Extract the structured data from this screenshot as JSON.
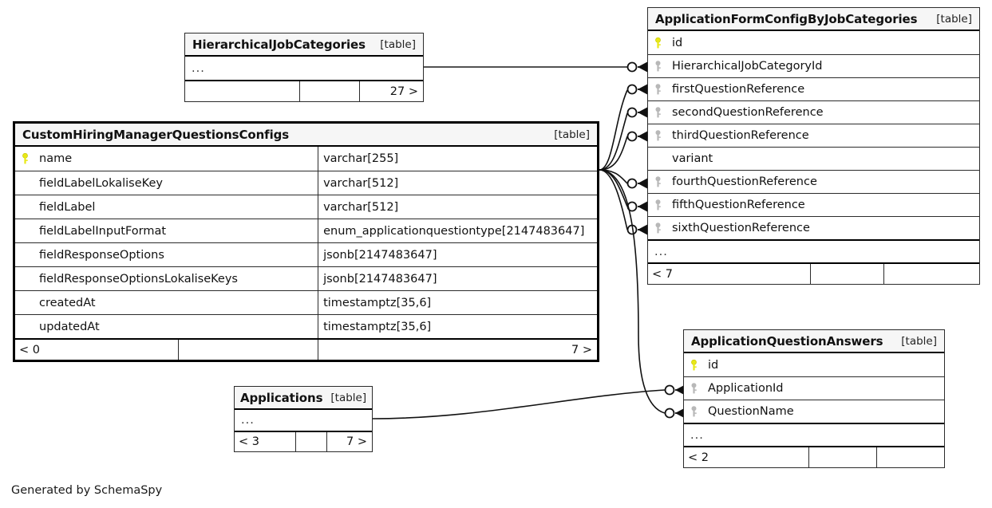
{
  "diagram": {
    "credit": "Generated by SchemaSpy",
    "table_tag": "[table]",
    "ellipsis": "...",
    "pk_icon": "yellow-key-icon",
    "fk_icon": "grey-key-icon"
  },
  "tables": {
    "hierarchical_job_categories": {
      "title": "HierarchicalJobCategories",
      "tag": "[table]",
      "rows": [
        {
          "key": "none",
          "name": "...",
          "type": ""
        }
      ],
      "footer": {
        "left": "",
        "middle": "",
        "right": "27 >"
      }
    },
    "custom_hiring_manager_questions_configs": {
      "title": "CustomHiringManagerQuestionsConfigs",
      "tag": "[table]",
      "rows": [
        {
          "key": "pk",
          "name": "name",
          "type": "varchar[255]"
        },
        {
          "key": "none",
          "name": "fieldLabelLokaliseKey",
          "type": "varchar[512]"
        },
        {
          "key": "none",
          "name": "fieldLabel",
          "type": "varchar[512]"
        },
        {
          "key": "none",
          "name": "fieldLabelInputFormat",
          "type": "enum_applicationquestiontype[2147483647]"
        },
        {
          "key": "none",
          "name": "fieldResponseOptions",
          "type": "jsonb[2147483647]"
        },
        {
          "key": "none",
          "name": "fieldResponseOptionsLokaliseKeys",
          "type": "jsonb[2147483647]"
        },
        {
          "key": "none",
          "name": "createdAt",
          "type": "timestamptz[35,6]"
        },
        {
          "key": "none",
          "name": "updatedAt",
          "type": "timestamptz[35,6]"
        }
      ],
      "footer": {
        "left": "< 0",
        "middle": "",
        "right": "7 >"
      }
    },
    "application_form_config_by_job_categories": {
      "title": "ApplicationFormConfigByJobCategories",
      "tag": "[table]",
      "rows": [
        {
          "key": "pk",
          "name": "id",
          "type": ""
        },
        {
          "key": "fk",
          "name": "HierarchicalJobCategoryId",
          "type": ""
        },
        {
          "key": "fk",
          "name": "firstQuestionReference",
          "type": ""
        },
        {
          "key": "fk",
          "name": "secondQuestionReference",
          "type": ""
        },
        {
          "key": "fk",
          "name": "thirdQuestionReference",
          "type": ""
        },
        {
          "key": "none",
          "name": "variant",
          "type": ""
        },
        {
          "key": "fk",
          "name": "fourthQuestionReference",
          "type": ""
        },
        {
          "key": "fk",
          "name": "fifthQuestionReference",
          "type": ""
        },
        {
          "key": "fk",
          "name": "sixthQuestionReference",
          "type": ""
        },
        {
          "key": "none",
          "name": "...",
          "type": ""
        }
      ],
      "footer": {
        "left": "< 7",
        "middle": "",
        "right": ""
      }
    },
    "application_question_answers": {
      "title": "ApplicationQuestionAnswers",
      "tag": "[table]",
      "rows": [
        {
          "key": "pk",
          "name": "id",
          "type": ""
        },
        {
          "key": "fk",
          "name": "ApplicationId",
          "type": ""
        },
        {
          "key": "fk",
          "name": "QuestionName",
          "type": ""
        },
        {
          "key": "none",
          "name": "...",
          "type": ""
        }
      ],
      "footer": {
        "left": "< 2",
        "middle": "",
        "right": ""
      }
    },
    "applications": {
      "title": "Applications",
      "tag": "[table]",
      "rows": [
        {
          "key": "none",
          "name": "...",
          "type": ""
        }
      ],
      "footer": {
        "left": "< 3",
        "middle": "",
        "right": "7 >"
      }
    }
  },
  "relationships": [
    {
      "from": "HierarchicalJobCategories",
      "to": "ApplicationFormConfigByJobCategories.HierarchicalJobCategoryId"
    },
    {
      "from": "CustomHiringManagerQuestionsConfigs.name",
      "to": "ApplicationFormConfigByJobCategories.firstQuestionReference"
    },
    {
      "from": "CustomHiringManagerQuestionsConfigs.name",
      "to": "ApplicationFormConfigByJobCategories.secondQuestionReference"
    },
    {
      "from": "CustomHiringManagerQuestionsConfigs.name",
      "to": "ApplicationFormConfigByJobCategories.thirdQuestionReference"
    },
    {
      "from": "CustomHiringManagerQuestionsConfigs.name",
      "to": "ApplicationFormConfigByJobCategories.fourthQuestionReference"
    },
    {
      "from": "CustomHiringManagerQuestionsConfigs.name",
      "to": "ApplicationFormConfigByJobCategories.fifthQuestionReference"
    },
    {
      "from": "CustomHiringManagerQuestionsConfigs.name",
      "to": "ApplicationFormConfigByJobCategories.sixthQuestionReference"
    },
    {
      "from": "CustomHiringManagerQuestionsConfigs.name",
      "to": "ApplicationQuestionAnswers.QuestionName"
    },
    {
      "from": "Applications",
      "to": "ApplicationQuestionAnswers.ApplicationId"
    }
  ],
  "colors": {
    "pk_key": "#e8e817",
    "fk_key": "#b3b3b3",
    "border": "#000000",
    "header_bg": "#f6f6f6",
    "edge": "#1a1a1a"
  }
}
